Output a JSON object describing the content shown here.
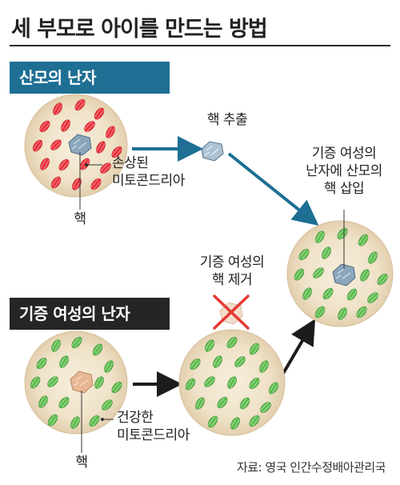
{
  "title": "세 부모로 아이를 만드는 방법",
  "labels": {
    "mother_egg": "산모의 난자",
    "donor_egg": "기증 여성의 난자"
  },
  "annotations": {
    "nucleus_extract": "핵 추출",
    "damaged_mito_line1": "손상된",
    "damaged_mito_line2": "미토콘드리아",
    "nucleus_top": "핵",
    "insert_line1": "기증 여성의",
    "insert_line2": "난자에 산모의",
    "insert_line3": "핵 삽입",
    "remove_line1": "기증 여성의",
    "remove_line2": "핵 제거",
    "healthy_mito_line1": "건강한",
    "healthy_mito_line2": "미토콘드리아",
    "nucleus_bottom": "핵"
  },
  "source": "자료: 영국 인간수정배아관리국",
  "colors": {
    "mother_label_bg": "#1e6f93",
    "donor_label_bg": "#252525",
    "cell_fill": "#efe2c8",
    "damaged_mito": "#e8323c",
    "healthy_mito": "#55b24a",
    "remove_mark": "#e53935",
    "blue_arrow": "#1e6f93",
    "black_arrow": "#1c1c1c"
  }
}
